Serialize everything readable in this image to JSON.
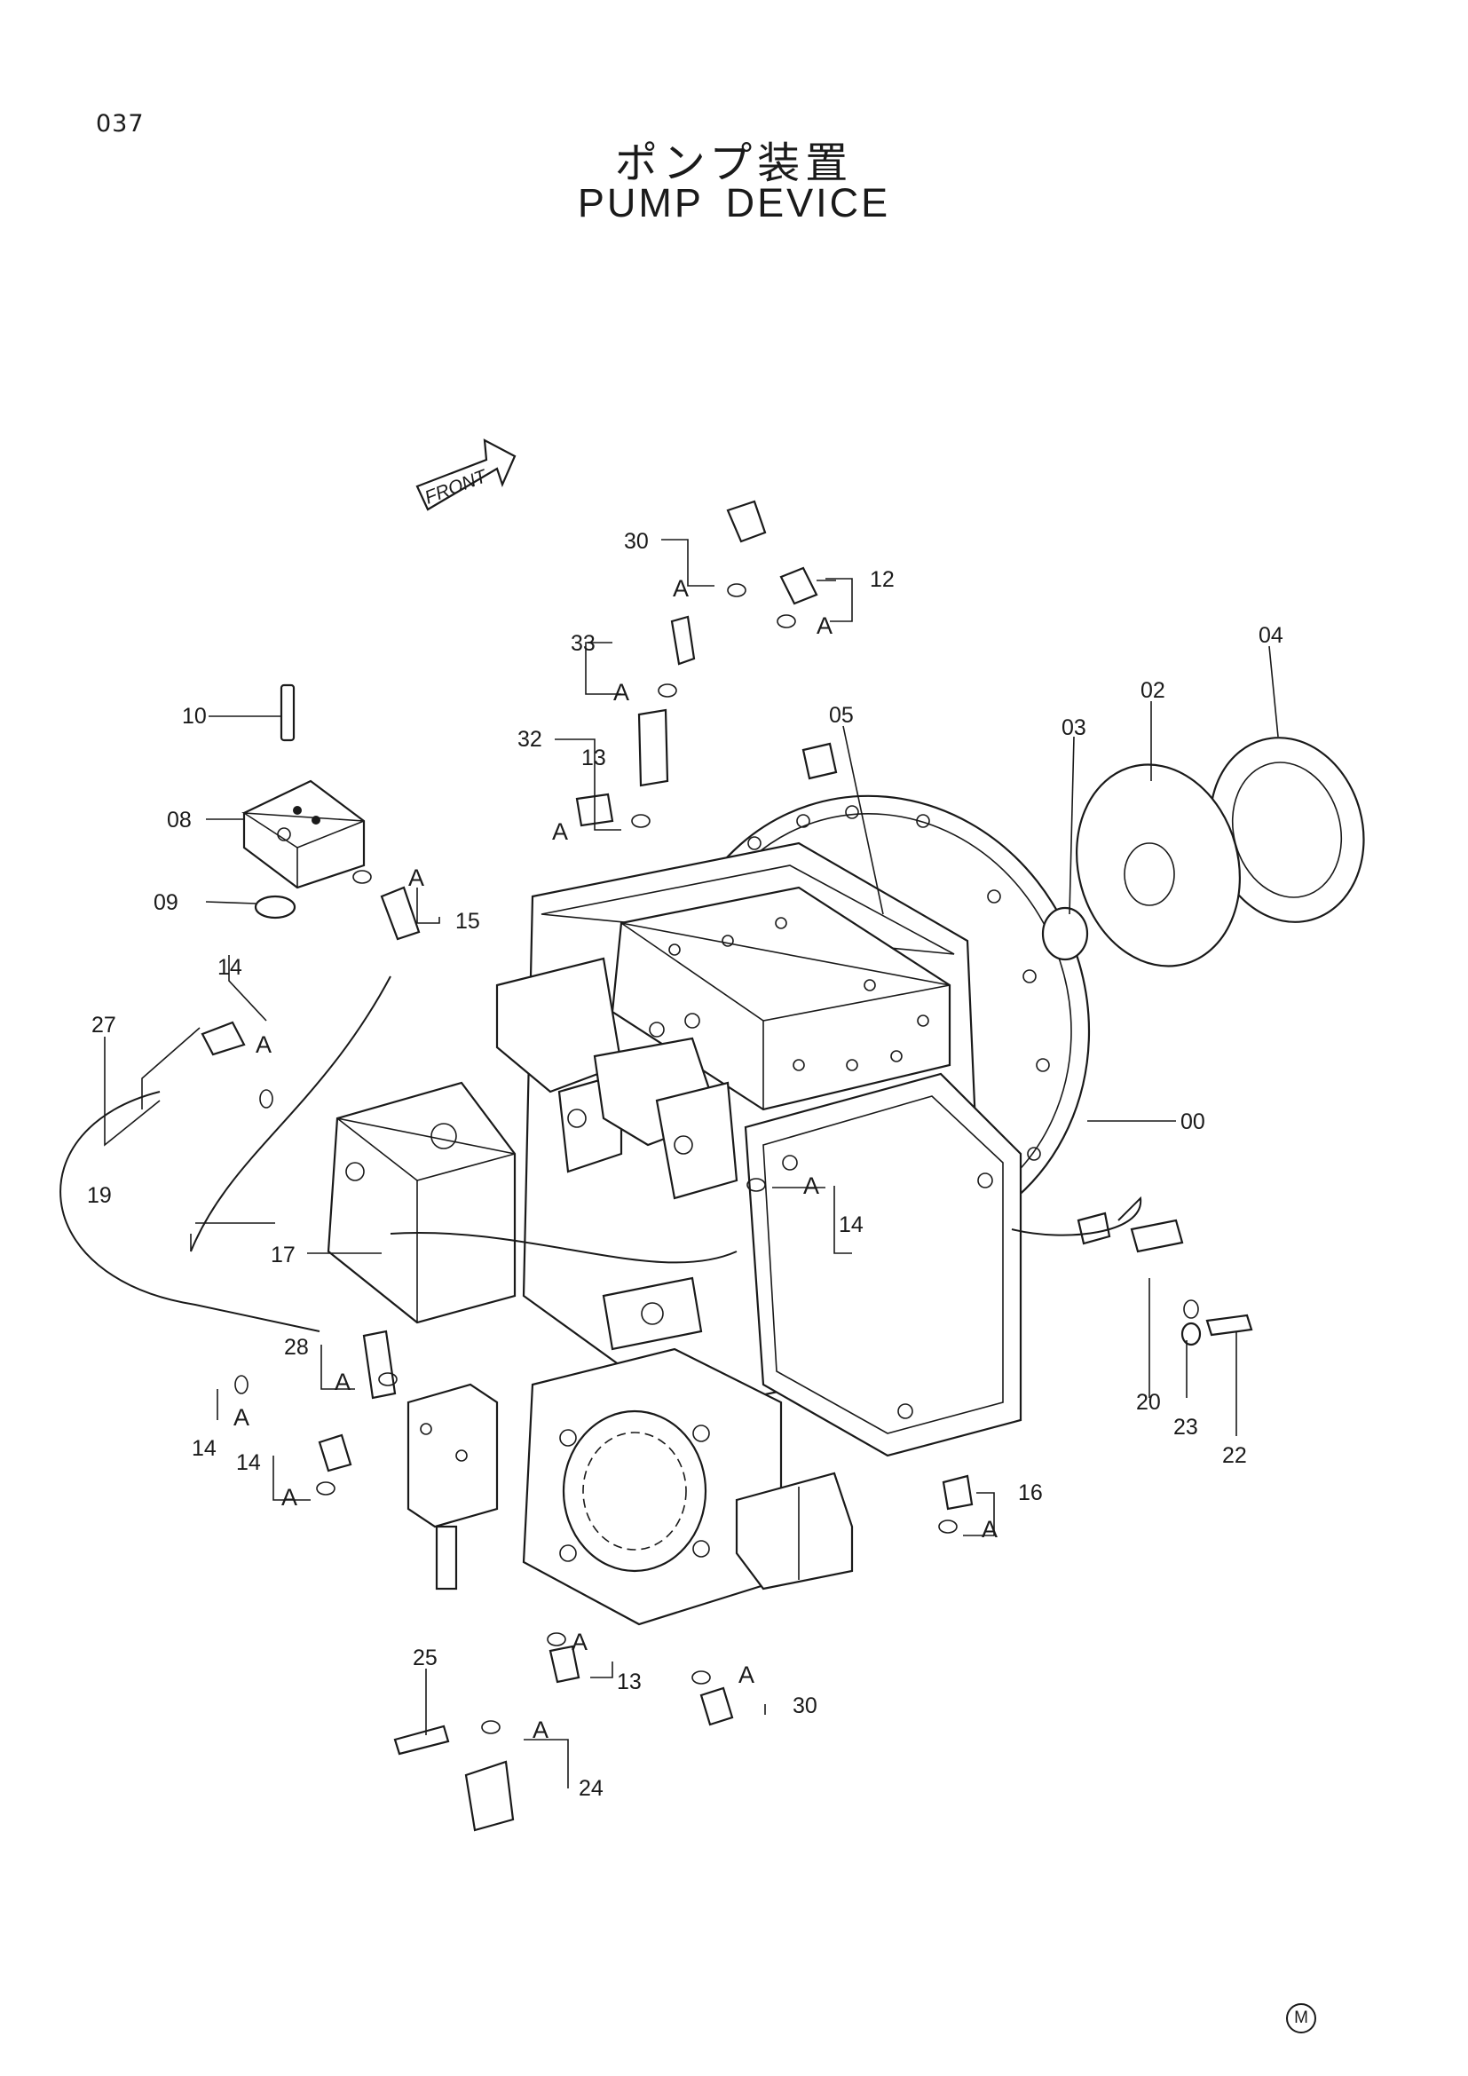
{
  "page_number": "037",
  "title_jp": "ポンプ装置",
  "title_en": "PUMP DEVICE",
  "front_label": "FRONT",
  "group_label": "A",
  "mark": "M",
  "parts": [
    {
      "id": "00"
    },
    {
      "id": "02"
    },
    {
      "id": "03"
    },
    {
      "id": "04"
    },
    {
      "id": "05"
    },
    {
      "id": "08"
    },
    {
      "id": "09"
    },
    {
      "id": "10"
    },
    {
      "id": "12"
    },
    {
      "id": "13"
    },
    {
      "id": "14"
    },
    {
      "id": "15"
    },
    {
      "id": "16"
    },
    {
      "id": "17"
    },
    {
      "id": "19"
    },
    {
      "id": "20"
    },
    {
      "id": "22"
    },
    {
      "id": "23"
    },
    {
      "id": "24"
    },
    {
      "id": "25"
    },
    {
      "id": "27"
    },
    {
      "id": "28"
    },
    {
      "id": "30"
    },
    {
      "id": "32"
    },
    {
      "id": "33"
    }
  ]
}
